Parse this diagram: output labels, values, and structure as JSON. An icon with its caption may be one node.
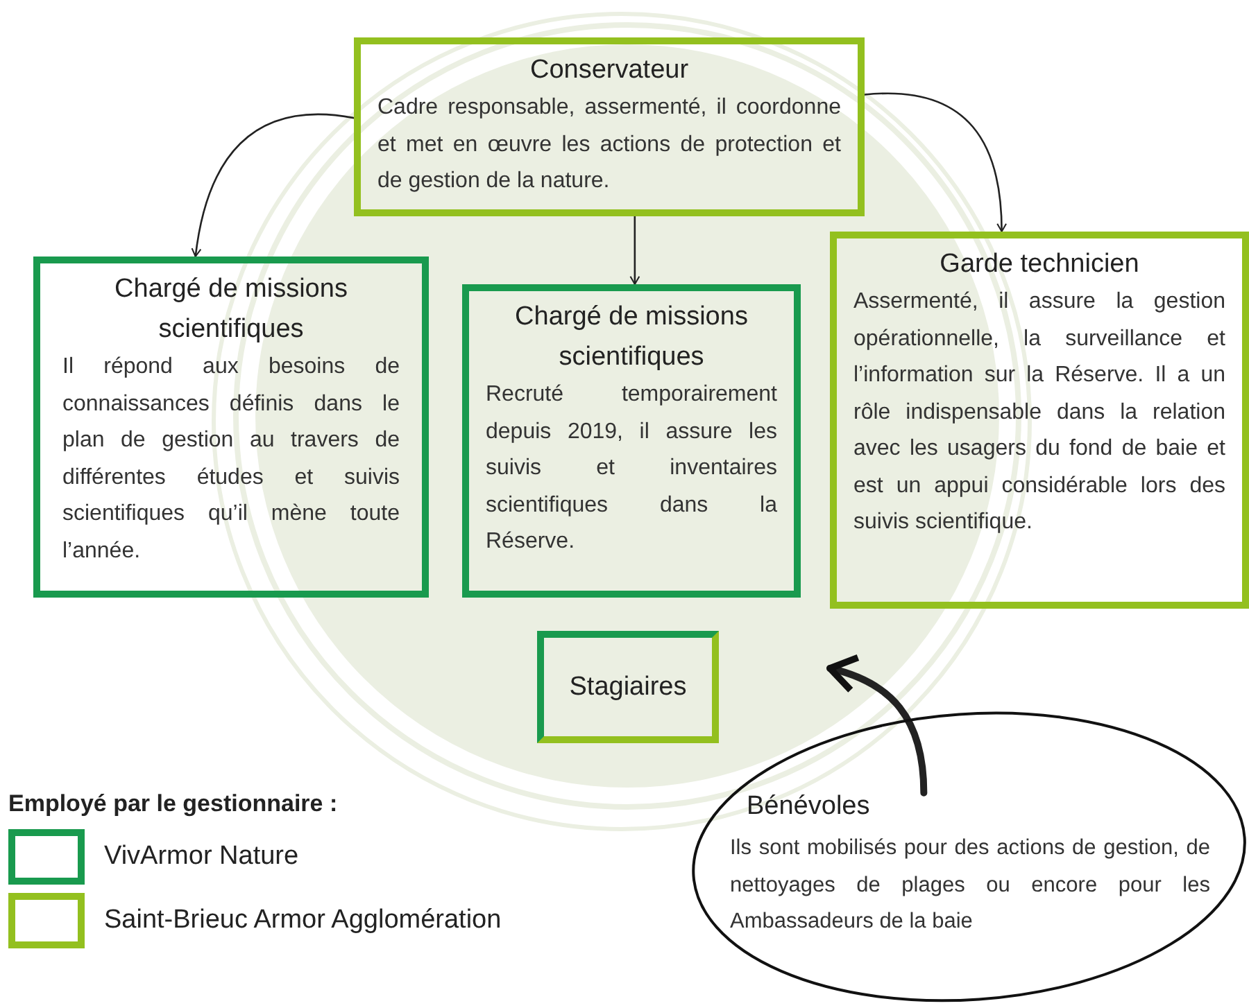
{
  "diagram": {
    "nodes": [
      {
        "text": [
          "Conservateur",
          "Cadre responsable, assermenté, il coordonne et met en œuvre les actions de protection et de gestion de la nature."
        ]
      },
      {
        "text": [
          "Chargé de missions scientifiques",
          "Il répond aux besoins de connaissances définis dans le plan de gestion au travers de différentes études et suivis scientifiques qu’il mène toute l’année."
        ]
      },
      {
        "text": [
          "Chargé de missions scientifiques",
          "Recruté temporairement depuis 2019, il assure les suivis et inventaires scientifiques dans la Réserve."
        ]
      },
      {
        "text": [
          "Garde technicien",
          "Assermenté, il assure la gestion opérationnelle, la surveillance et l’information sur la Réserve. Il a un rôle indispensable dans la relation avec les usagers du fond de baie et est un appui considérable lors des suivis scientifique."
        ]
      },
      {
        "text": [
          "Stagiaires"
        ]
      },
      {
        "text": [
          "Bénévoles",
          "Ils sont mobilisés pour des actions de gestion, de nettoyages de plages ou encore pour les Ambassadeurs de la baie"
        ]
      }
    ],
    "edges": [
      {
        "from": 0,
        "to": 1,
        "arrow": "to"
      },
      {
        "from": 0,
        "to": 2,
        "arrow": "to"
      },
      {
        "from": 0,
        "to": 3,
        "arrow": "to"
      },
      {
        "from": 5,
        "to": null,
        "arrow": "to",
        "style": "thick"
      }
    ],
    "labels": [
      "Employé par le gestionnaire :"
    ],
    "legend": [
      {
        "text": "VivArmor Nature",
        "color": "#199a4e"
      },
      {
        "text": "Saint-Brieuc Armor Agglomération",
        "color": "#93c01f"
      }
    ]
  }
}
